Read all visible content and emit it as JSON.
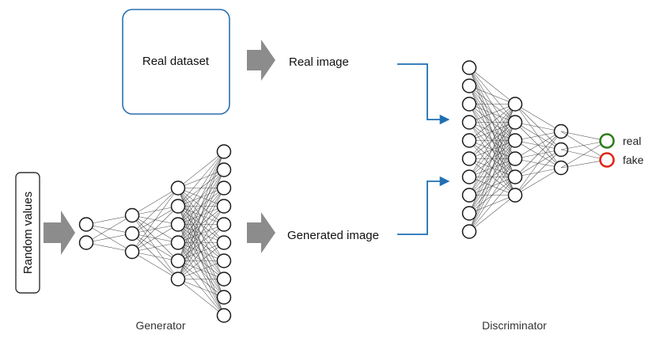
{
  "real_dataset": {
    "label": "Real dataset"
  },
  "random_values": {
    "label": "Random values"
  },
  "real_image": {
    "label": "Real image"
  },
  "generated_image": {
    "label": "Generated image"
  },
  "generator": {
    "caption": "Generator",
    "layers": [
      2,
      3,
      6,
      10
    ]
  },
  "discriminator": {
    "caption": "Discriminator",
    "layers": [
      10,
      6,
      3
    ]
  },
  "outputs": [
    {
      "label": "real",
      "color": "#2e7d1f"
    },
    {
      "label": "fake",
      "color": "#e0261b"
    }
  ],
  "colors": {
    "arrow_blue": "#1f6fb2",
    "dataset_border": "#2a6fb0",
    "block_arrow": "#8c8c8c"
  }
}
